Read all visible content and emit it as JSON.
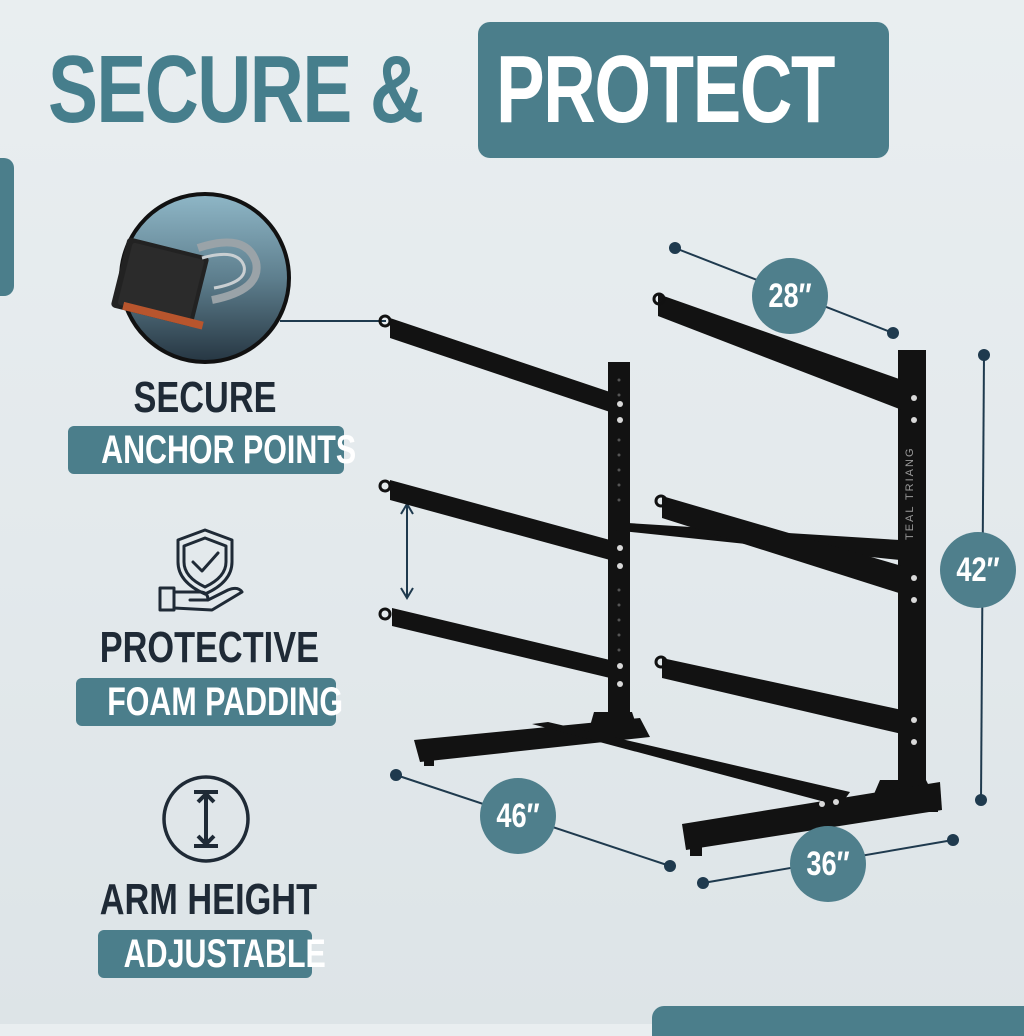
{
  "headline": {
    "part1": "SECURE &",
    "part2": "PROTECT"
  },
  "features": [
    {
      "line1": "SECURE",
      "line2": "ANCHOR POINTS",
      "icon": "anchor-point-closeup-icon"
    },
    {
      "line1": "PROTECTIVE",
      "line2": "FOAM PADDING",
      "icon": "shield-hand-icon"
    },
    {
      "line1": "ARM HEIGHT",
      "line2": "ADJUSTABLE",
      "icon": "vertical-arrow-icon"
    }
  ],
  "dimensions": {
    "arm_length": "28″",
    "height": "42″",
    "depth": "46″",
    "width": "36″"
  },
  "brand_text": "TEAL TRIANG",
  "colors": {
    "accent": "#4b7e8b",
    "dark_text": "#1f2a36",
    "rack": "#111111",
    "background": "#e6ecee"
  }
}
